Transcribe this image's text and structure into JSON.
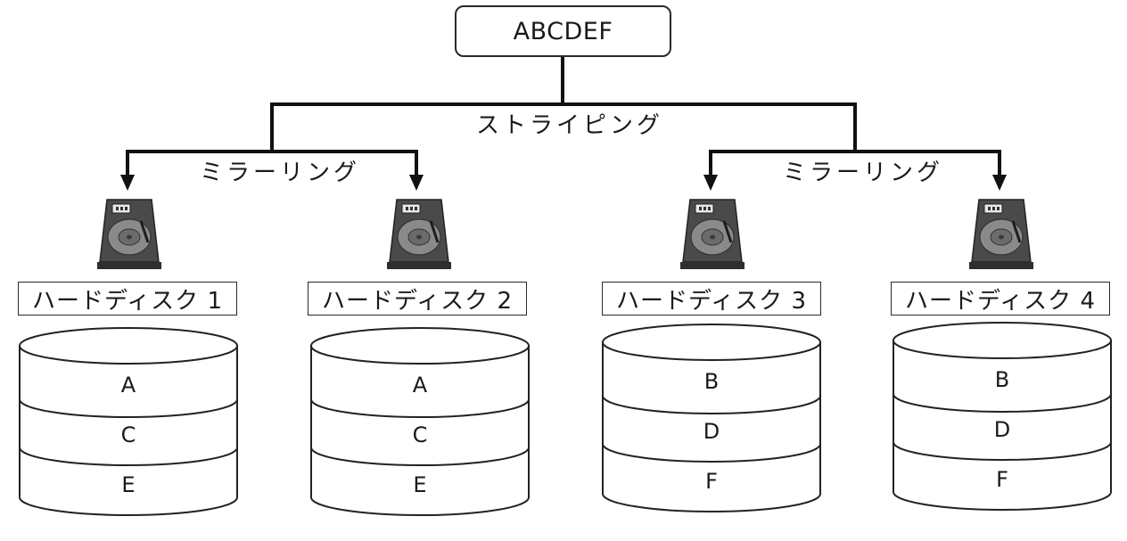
{
  "source": {
    "label": "ABCDEF"
  },
  "striping_label": "ストライピング",
  "mirror_groups": [
    {
      "label": "ミラーリング"
    },
    {
      "label": "ミラーリング"
    }
  ],
  "disks": [
    {
      "label": "ハードディスク 1",
      "blocks": [
        "A",
        "C",
        "E"
      ]
    },
    {
      "label": "ハードディスク 2",
      "blocks": [
        "A",
        "C",
        "E"
      ]
    },
    {
      "label": "ハードディスク 3",
      "blocks": [
        "B",
        "D",
        "F"
      ]
    },
    {
      "label": "ハードディスク 4",
      "blocks": [
        "B",
        "D",
        "F"
      ]
    }
  ],
  "colors": {
    "line": "#111111",
    "hdd_body": "#4a4a4a",
    "hdd_platter": "#8a8a8a"
  }
}
